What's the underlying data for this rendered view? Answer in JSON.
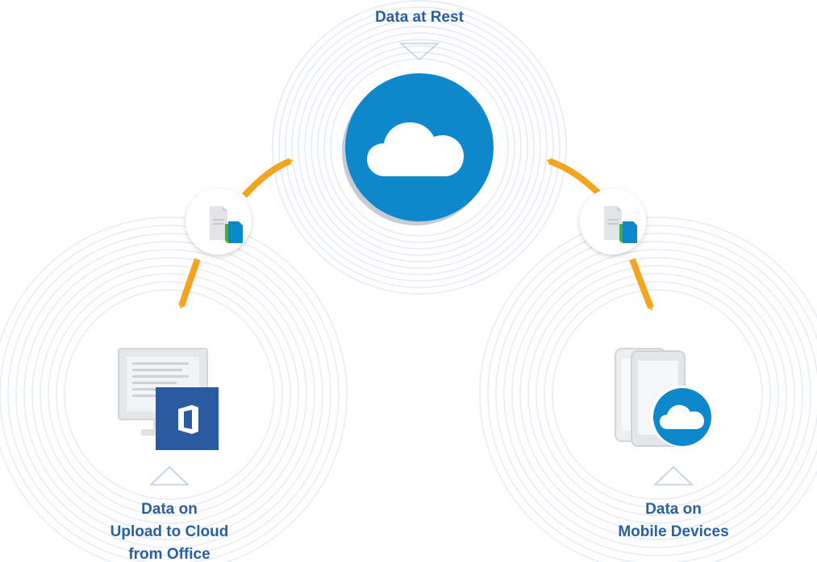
{
  "labels": {
    "top": "Data at Rest",
    "left": [
      "Data on",
      "Upload to Cloud",
      "from Office"
    ],
    "right": [
      "Data on",
      "Mobile Devices"
    ]
  },
  "colors": {
    "label_blue": "#2a5fa0",
    "cloud_blue": "#0e88cc",
    "arrow_orange": "#f4a51f",
    "ring_lines": "#c9d7ea",
    "office_blue": "#2c5aa0",
    "device_gray": "#d7d9dc"
  },
  "icons": {
    "top_node": "cloud-icon",
    "left_node": "office-monitor-icon",
    "right_node": "mobile-devices-cloud-icon",
    "transfer_badge": "files-icon",
    "pointer": "triangle-outline-icon"
  }
}
